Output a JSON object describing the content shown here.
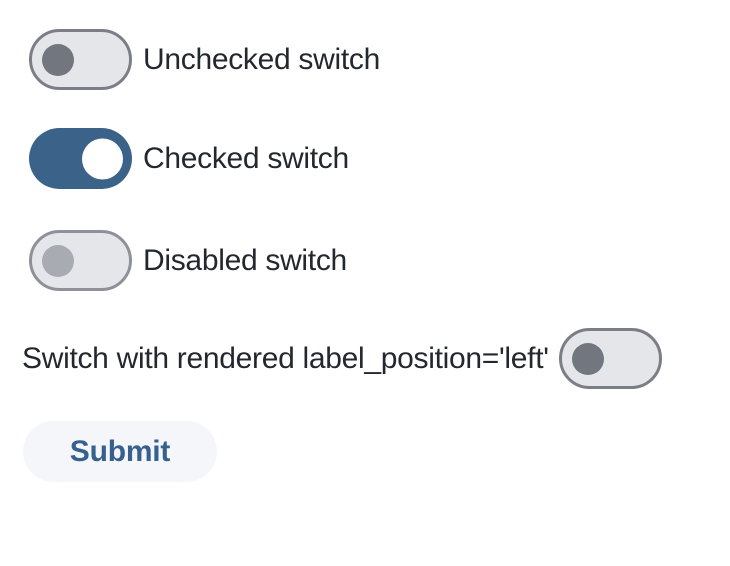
{
  "colors": {
    "page_background": "#ffffff",
    "track_unchecked_bg": "#e5e6ea",
    "track_border": "#7b7e86",
    "track_border_disabled": "#8e9197",
    "track_checked_bg": "#3b6288",
    "knob_unchecked": "#72767e",
    "knob_checked": "#ffffff",
    "knob_disabled": "#a9abb2",
    "label_text": "#23272e",
    "submit_bg": "#f5f6fa",
    "submit_text": "#36618e"
  },
  "switches": [
    {
      "label": "Unchecked switch",
      "state": "unchecked",
      "disabled": false,
      "label_position": "right"
    },
    {
      "label": "Checked switch",
      "state": "checked",
      "disabled": false,
      "label_position": "right"
    },
    {
      "label": "Disabled switch",
      "state": "unchecked",
      "disabled": true,
      "label_position": "right"
    },
    {
      "label": "Switch with rendered label_position='left'",
      "state": "unchecked",
      "disabled": false,
      "label_position": "left"
    }
  ],
  "submit_button": {
    "label": "Submit"
  }
}
